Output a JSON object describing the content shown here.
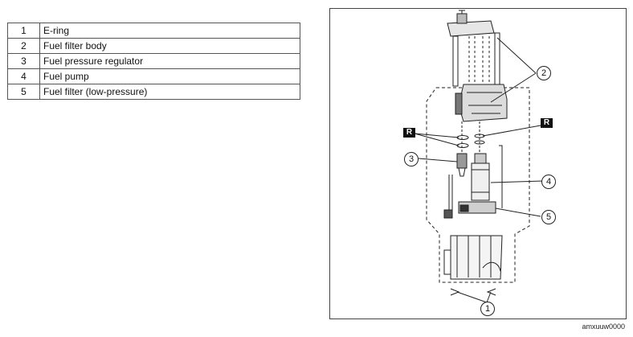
{
  "legend": {
    "rows": [
      {
        "num": "1",
        "desc": "E-ring"
      },
      {
        "num": "2",
        "desc": "Fuel filter body"
      },
      {
        "num": "3",
        "desc": "Fuel pressure regulator"
      },
      {
        "num": "4",
        "desc": "Fuel pump"
      },
      {
        "num": "5",
        "desc": "Fuel filter (low-pressure)"
      }
    ]
  },
  "diagram": {
    "callouts": {
      "c1": "1",
      "c2": "2",
      "c3": "3",
      "c4": "4",
      "c5": "5"
    },
    "badges": {
      "left": "R",
      "right": "R"
    },
    "caption": "amxuuw0000"
  }
}
